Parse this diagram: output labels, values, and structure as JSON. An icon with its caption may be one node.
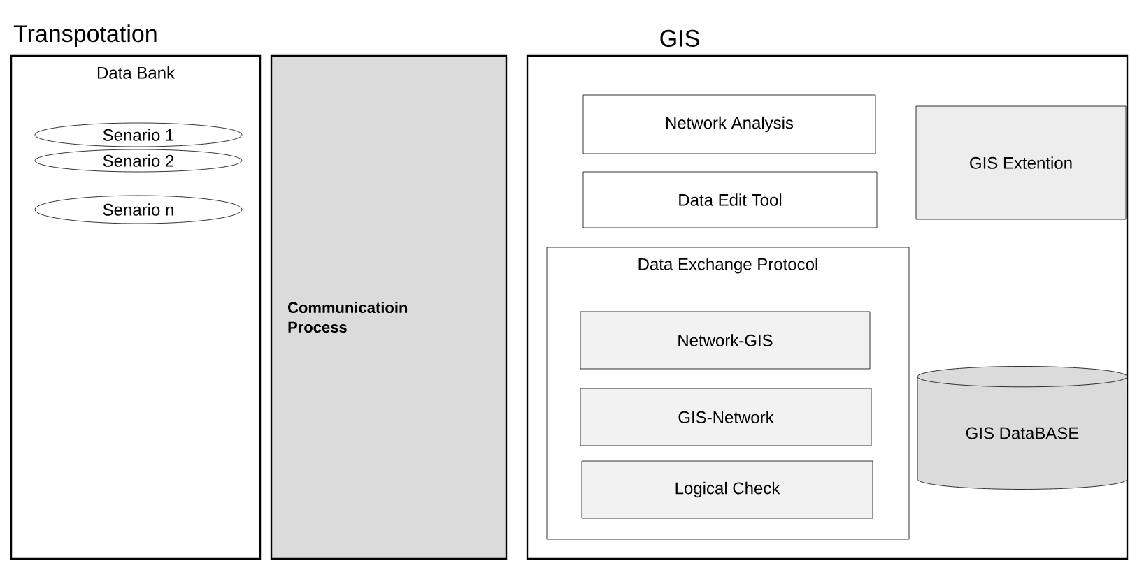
{
  "diagram": {
    "nodes": [
      {
        "text": [
          "Data Bank"
        ]
      },
      {
        "text": [
          "Senario 1"
        ],
        "in": 0
      },
      {
        "text": [
          "Senario 2"
        ],
        "in": 0
      },
      {
        "text": [
          "Senario n"
        ],
        "in": 0
      },
      {
        "text": [
          "Communicatioin Process"
        ]
      },
      {
        "text": [
          "GIS"
        ]
      },
      {
        "text": [
          "Network Analysis"
        ],
        "in": 5
      },
      {
        "text": [
          "Data Edit Tool"
        ],
        "in": 5
      },
      {
        "text": [
          "GIS Extention"
        ],
        "in": 5
      },
      {
        "text": [
          "Data Exchange Protocol"
        ],
        "in": 5
      },
      {
        "text": [
          "Network-GIS"
        ],
        "in": 9
      },
      {
        "text": [
          "GIS-Network"
        ],
        "in": 9
      },
      {
        "text": [
          "Logical Check"
        ],
        "in": 9
      },
      {
        "text": [
          "GIS DataBASE"
        ],
        "in": 5
      }
    ],
    "labels": [
      "Transpotation"
    ]
  }
}
